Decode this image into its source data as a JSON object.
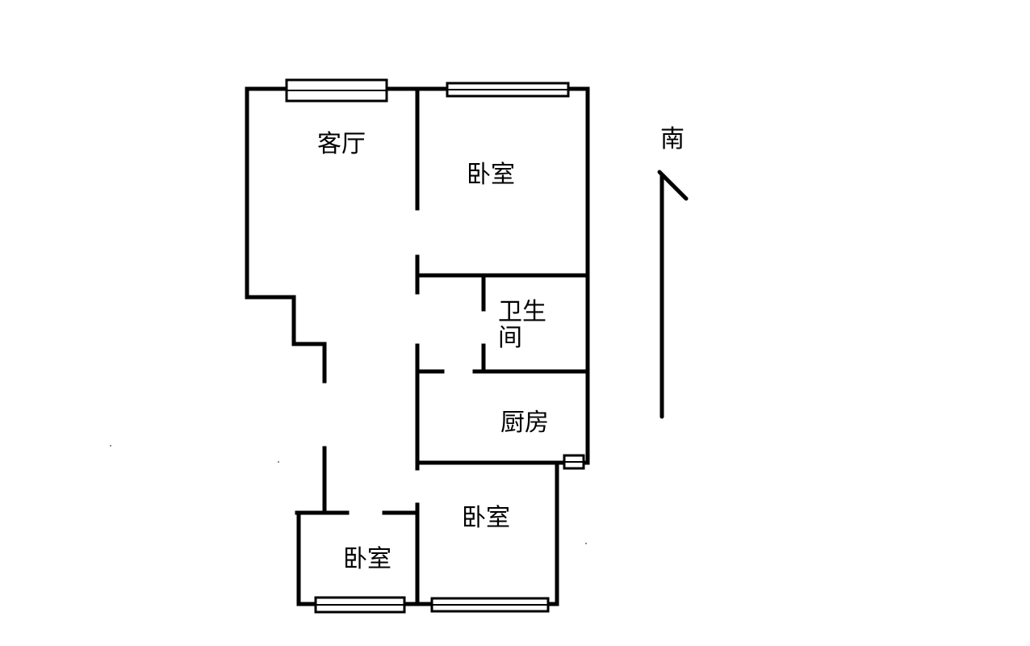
{
  "plan": {
    "rooms": {
      "living_room": "客厅",
      "bedroom_top": "卧室",
      "bathroom_line1": "卫生",
      "bathroom_line2": "间",
      "kitchen": "厨房",
      "bedroom_middle": "卧室",
      "bedroom_small": "卧室"
    },
    "orientation": {
      "label": "南",
      "icon": "north-arrow-icon"
    },
    "colors": {
      "wall": "#000000",
      "background": "#ffffff"
    }
  }
}
